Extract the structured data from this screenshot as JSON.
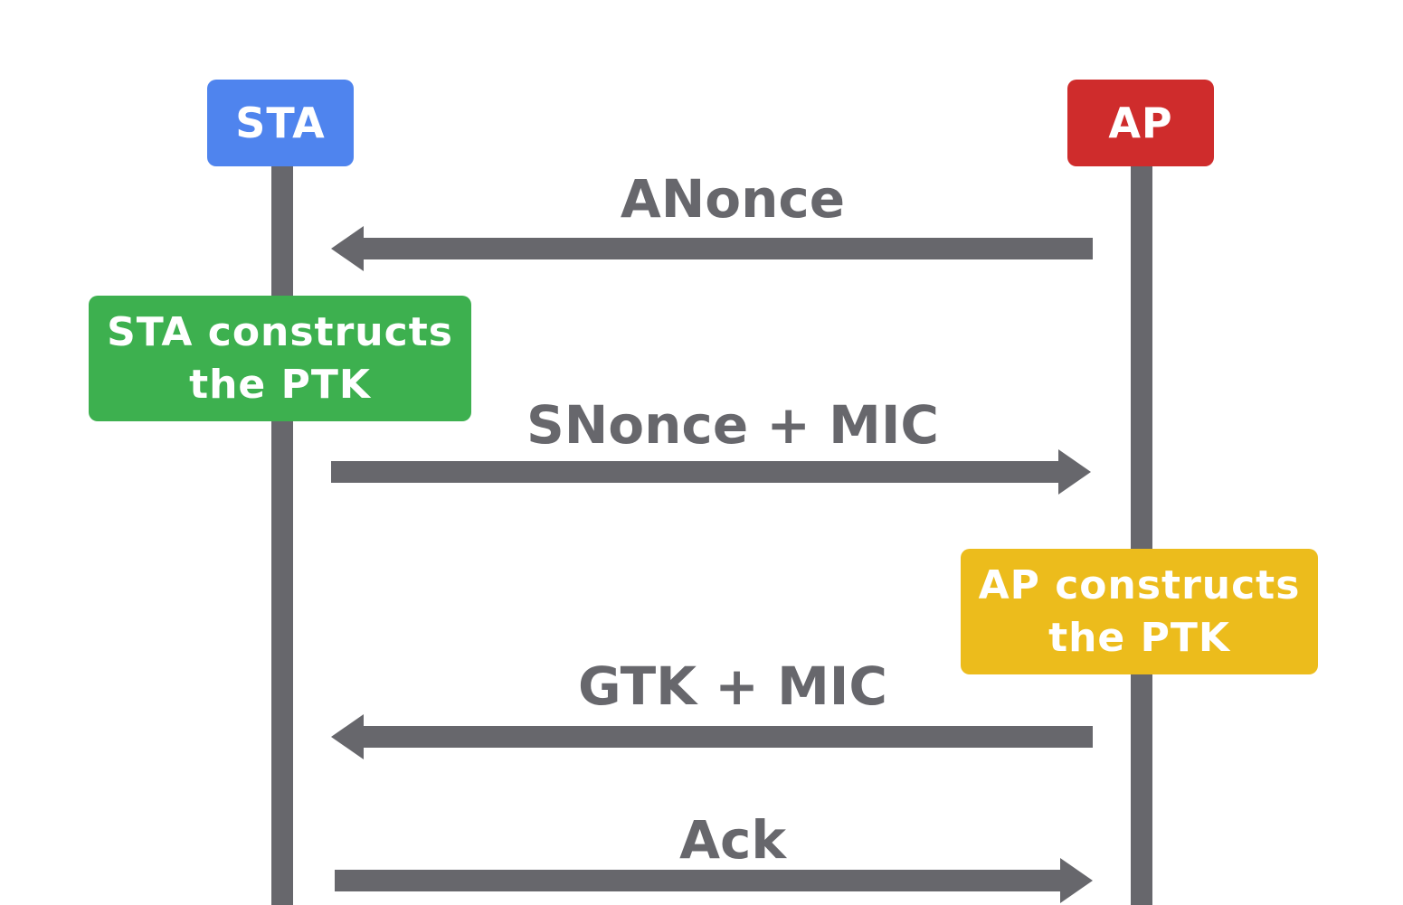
{
  "colors": {
    "sta": "#4f84ee",
    "ap": "#cf2c2c",
    "sta_note": "#3db04f",
    "ap_note": "#ecbc1c",
    "line": "#67676c"
  },
  "actors": {
    "sta": "STA",
    "ap": "AP"
  },
  "notes": {
    "sta_line1": "STA constructs",
    "sta_line2": "the PTK",
    "ap_line1": "AP constructs",
    "ap_line2": "the PTK"
  },
  "messages": [
    {
      "label": "ANonce",
      "direction": "left"
    },
    {
      "label": "SNonce + MIC",
      "direction": "right"
    },
    {
      "label": "GTK + MIC",
      "direction": "left"
    },
    {
      "label": "Ack",
      "direction": "right"
    }
  ]
}
